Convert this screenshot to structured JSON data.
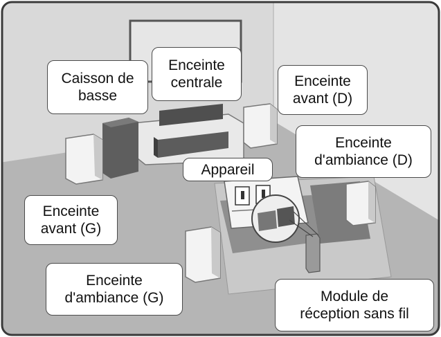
{
  "labels": {
    "subwoofer": [
      "Caisson de",
      "basse"
    ],
    "center": [
      "Enceinte",
      "centrale"
    ],
    "front_right": [
      "Enceinte",
      "avant (D)"
    ],
    "surround_right": [
      "Enceinte",
      "d'ambiance (D)"
    ],
    "device": [
      "Appareil"
    ],
    "front_left": [
      "Enceinte",
      "avant (G)"
    ],
    "surround_left": [
      "Enceinte",
      "d'ambiance (G)"
    ],
    "wireless_module": [
      "Module de",
      "réception sans fil"
    ]
  },
  "colors": {
    "frame_border": "#3a3a3a",
    "floor": "#b9b9b9",
    "wall": "#d8d8d8",
    "speaker_light": "#f2f2f2",
    "speaker_dark": "#6f6f6f"
  }
}
